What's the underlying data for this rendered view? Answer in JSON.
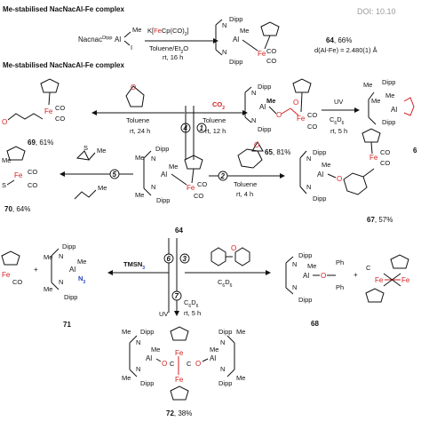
{
  "header": {
    "doi": "DOI: 10.10",
    "title_1": "Me-stabilised NacNacAl-Fe complex",
    "title_2": "Me-stabilised NacNacAl-Fe complex"
  },
  "synthesis": {
    "reactant": "Nacnac",
    "reactant_sup": "Dipp",
    "reactant_al": "Al",
    "reagent_a": "K[",
    "reagent_fe": "Fe",
    "reagent_b": "Cp(CO)",
    "reagent_sub": "2",
    "reagent_c": "]",
    "conditions_1": "Toluene/Et",
    "conditions_1_sub": "2",
    "conditions_1_end": "O",
    "conditions_2": "rt, 16 h",
    "product_label": "64",
    "product_yield": ", 66%",
    "bond_length": "d(Al-Fe) = 2.480(1) Å"
  },
  "atoms": {
    "dipp": "Dipp",
    "me": "Me",
    "al": "Al",
    "fe": "Fe",
    "n": "N",
    "o": "O",
    "i": "I",
    "co": "CO",
    "s": "S",
    "ph": "Ph",
    "n3": "N",
    "n3_sub": "3",
    "c": "C",
    "plus": "+"
  },
  "steps": {
    "s1": "1",
    "s2": "2",
    "s3": "3",
    "s4": "4",
    "s5": "5",
    "s6": "6",
    "s7": "7"
  },
  "conditions": {
    "toluene": "Toluene",
    "rt_24h": "rt, 24 h",
    "rt_12h": "rt, 12 h",
    "rt_5h": "rt, 5 h",
    "rt_4h": "rt, 4 h",
    "co2": "CO",
    "co2_sub": "2",
    "uv": "UV",
    "c6d6_a": "C",
    "c6d6_sub1": "6",
    "c6d6_b": "D",
    "c6d6_sub2": "6",
    "tmsn3": "TMSN",
    "tmsn3_sub": "3"
  },
  "compounds": {
    "c64": "64",
    "c65": "65",
    "c65_yield": ", 81%",
    "c66": "6",
    "c67": "67",
    "c67_yield": ", 57%",
    "c68": "68",
    "c69": "69",
    "c69_yield": ", 61%",
    "c70": "70",
    "c70_yield": ", 64%",
    "c71": "71",
    "c72": "72",
    "c72_yield": ", 38%"
  }
}
